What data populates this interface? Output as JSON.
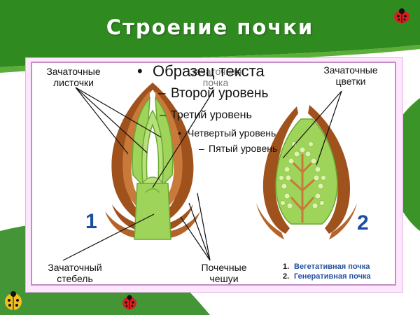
{
  "slide": {
    "title": "Строение почки"
  },
  "labels": {
    "leaflets_line1": "Зачаточные",
    "leaflets_line2": "листочки",
    "bud_line1": "Зачаточная",
    "bud_line2": "почка",
    "flowers_line1": "Зачаточные",
    "flowers_line2": "цветки",
    "stem_line1": "Зачаточный",
    "stem_line2": "стебель",
    "scales_line1": "Почечные",
    "scales_line2": "чешуи",
    "num1": "1",
    "num2": "2"
  },
  "legend": [
    {
      "key": "1.",
      "text": "Вегетативная почка"
    },
    {
      "key": "2.",
      "text": "Генеративная почка"
    }
  ],
  "placeholder": {
    "level1": "Образец текста",
    "level2": "Второй уровень",
    "level3": "Третий уровень",
    "level4": "Четвертый уровень",
    "level5": "Пятый уровень",
    "bullet1": "•",
    "bullet2": "–",
    "bullet3": "–",
    "bullet4": "•",
    "bullet5": "–"
  },
  "colors": {
    "slide_green": "#2f8a1f",
    "bud_green": "#9fd45a",
    "scale_brown": "#a0521c",
    "legend_blue": "#23509e",
    "number_blue": "#1a4fa0",
    "frame_pink": "#ffe6ff"
  },
  "icons": [
    "ladybug-icon"
  ]
}
